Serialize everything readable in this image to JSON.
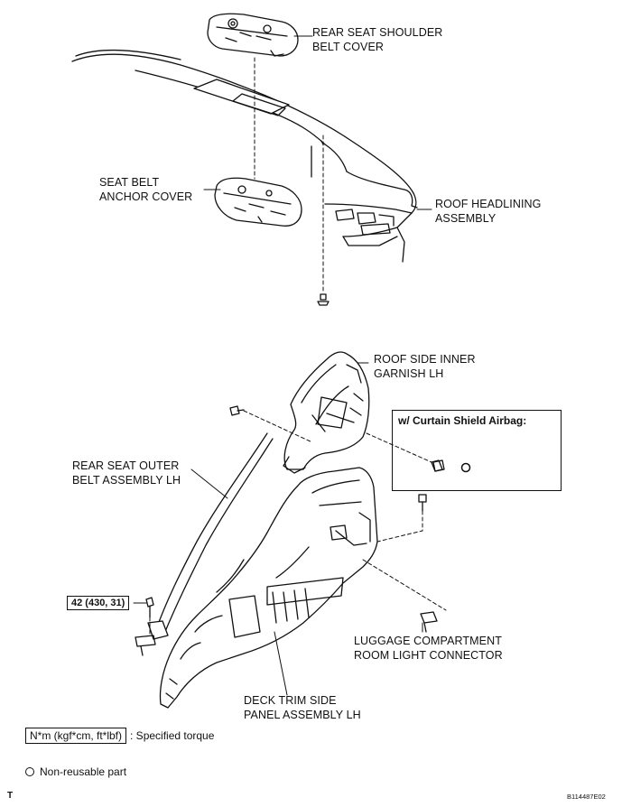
{
  "labels": {
    "rear_seat_shoulder_belt_cover": [
      "REAR SEAT SHOULDER",
      "BELT COVER"
    ],
    "seat_belt_anchor_cover": [
      "SEAT BELT",
      "ANCHOR COVER"
    ],
    "roof_headlining_assembly": [
      "ROOF HEADLINING",
      "ASSEMBLY"
    ],
    "roof_side_inner_garnish": [
      "ROOF SIDE INNER",
      "GARNISH LH"
    ],
    "rear_seat_outer_belt": [
      "REAR SEAT OUTER",
      "BELT ASSEMBLY LH"
    ],
    "luggage_light_connector": [
      "LUGGAGE COMPARTMENT",
      "ROOM LIGHT CONNECTOR"
    ],
    "deck_trim_side_panel": [
      "DECK TRIM SIDE",
      "PANEL ASSEMBLY LH"
    ]
  },
  "airbag_box_title": "w/ Curtain Shield Airbag:",
  "torque_value": "42 (430, 31)",
  "legend": {
    "torque_unit": "N*m (kgf*cm, ft*lbf)",
    "torque_text": ": Specified torque",
    "nonreusable_text": "Non-reusable part"
  },
  "corner_mark": "T",
  "figure_code": "B114487E02"
}
